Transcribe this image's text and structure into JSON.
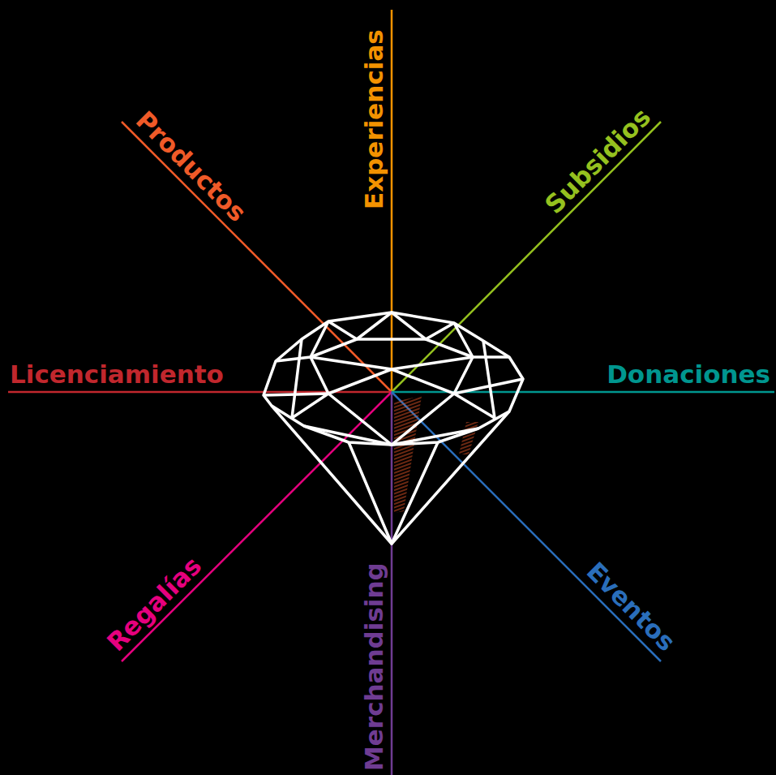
{
  "diagram": {
    "labels": [
      "Experiencias",
      "Subsidios",
      "Donaciones",
      "Eventos",
      "Merchandising",
      "Regalías",
      "Licenciamiento",
      "Productos"
    ]
  }
}
